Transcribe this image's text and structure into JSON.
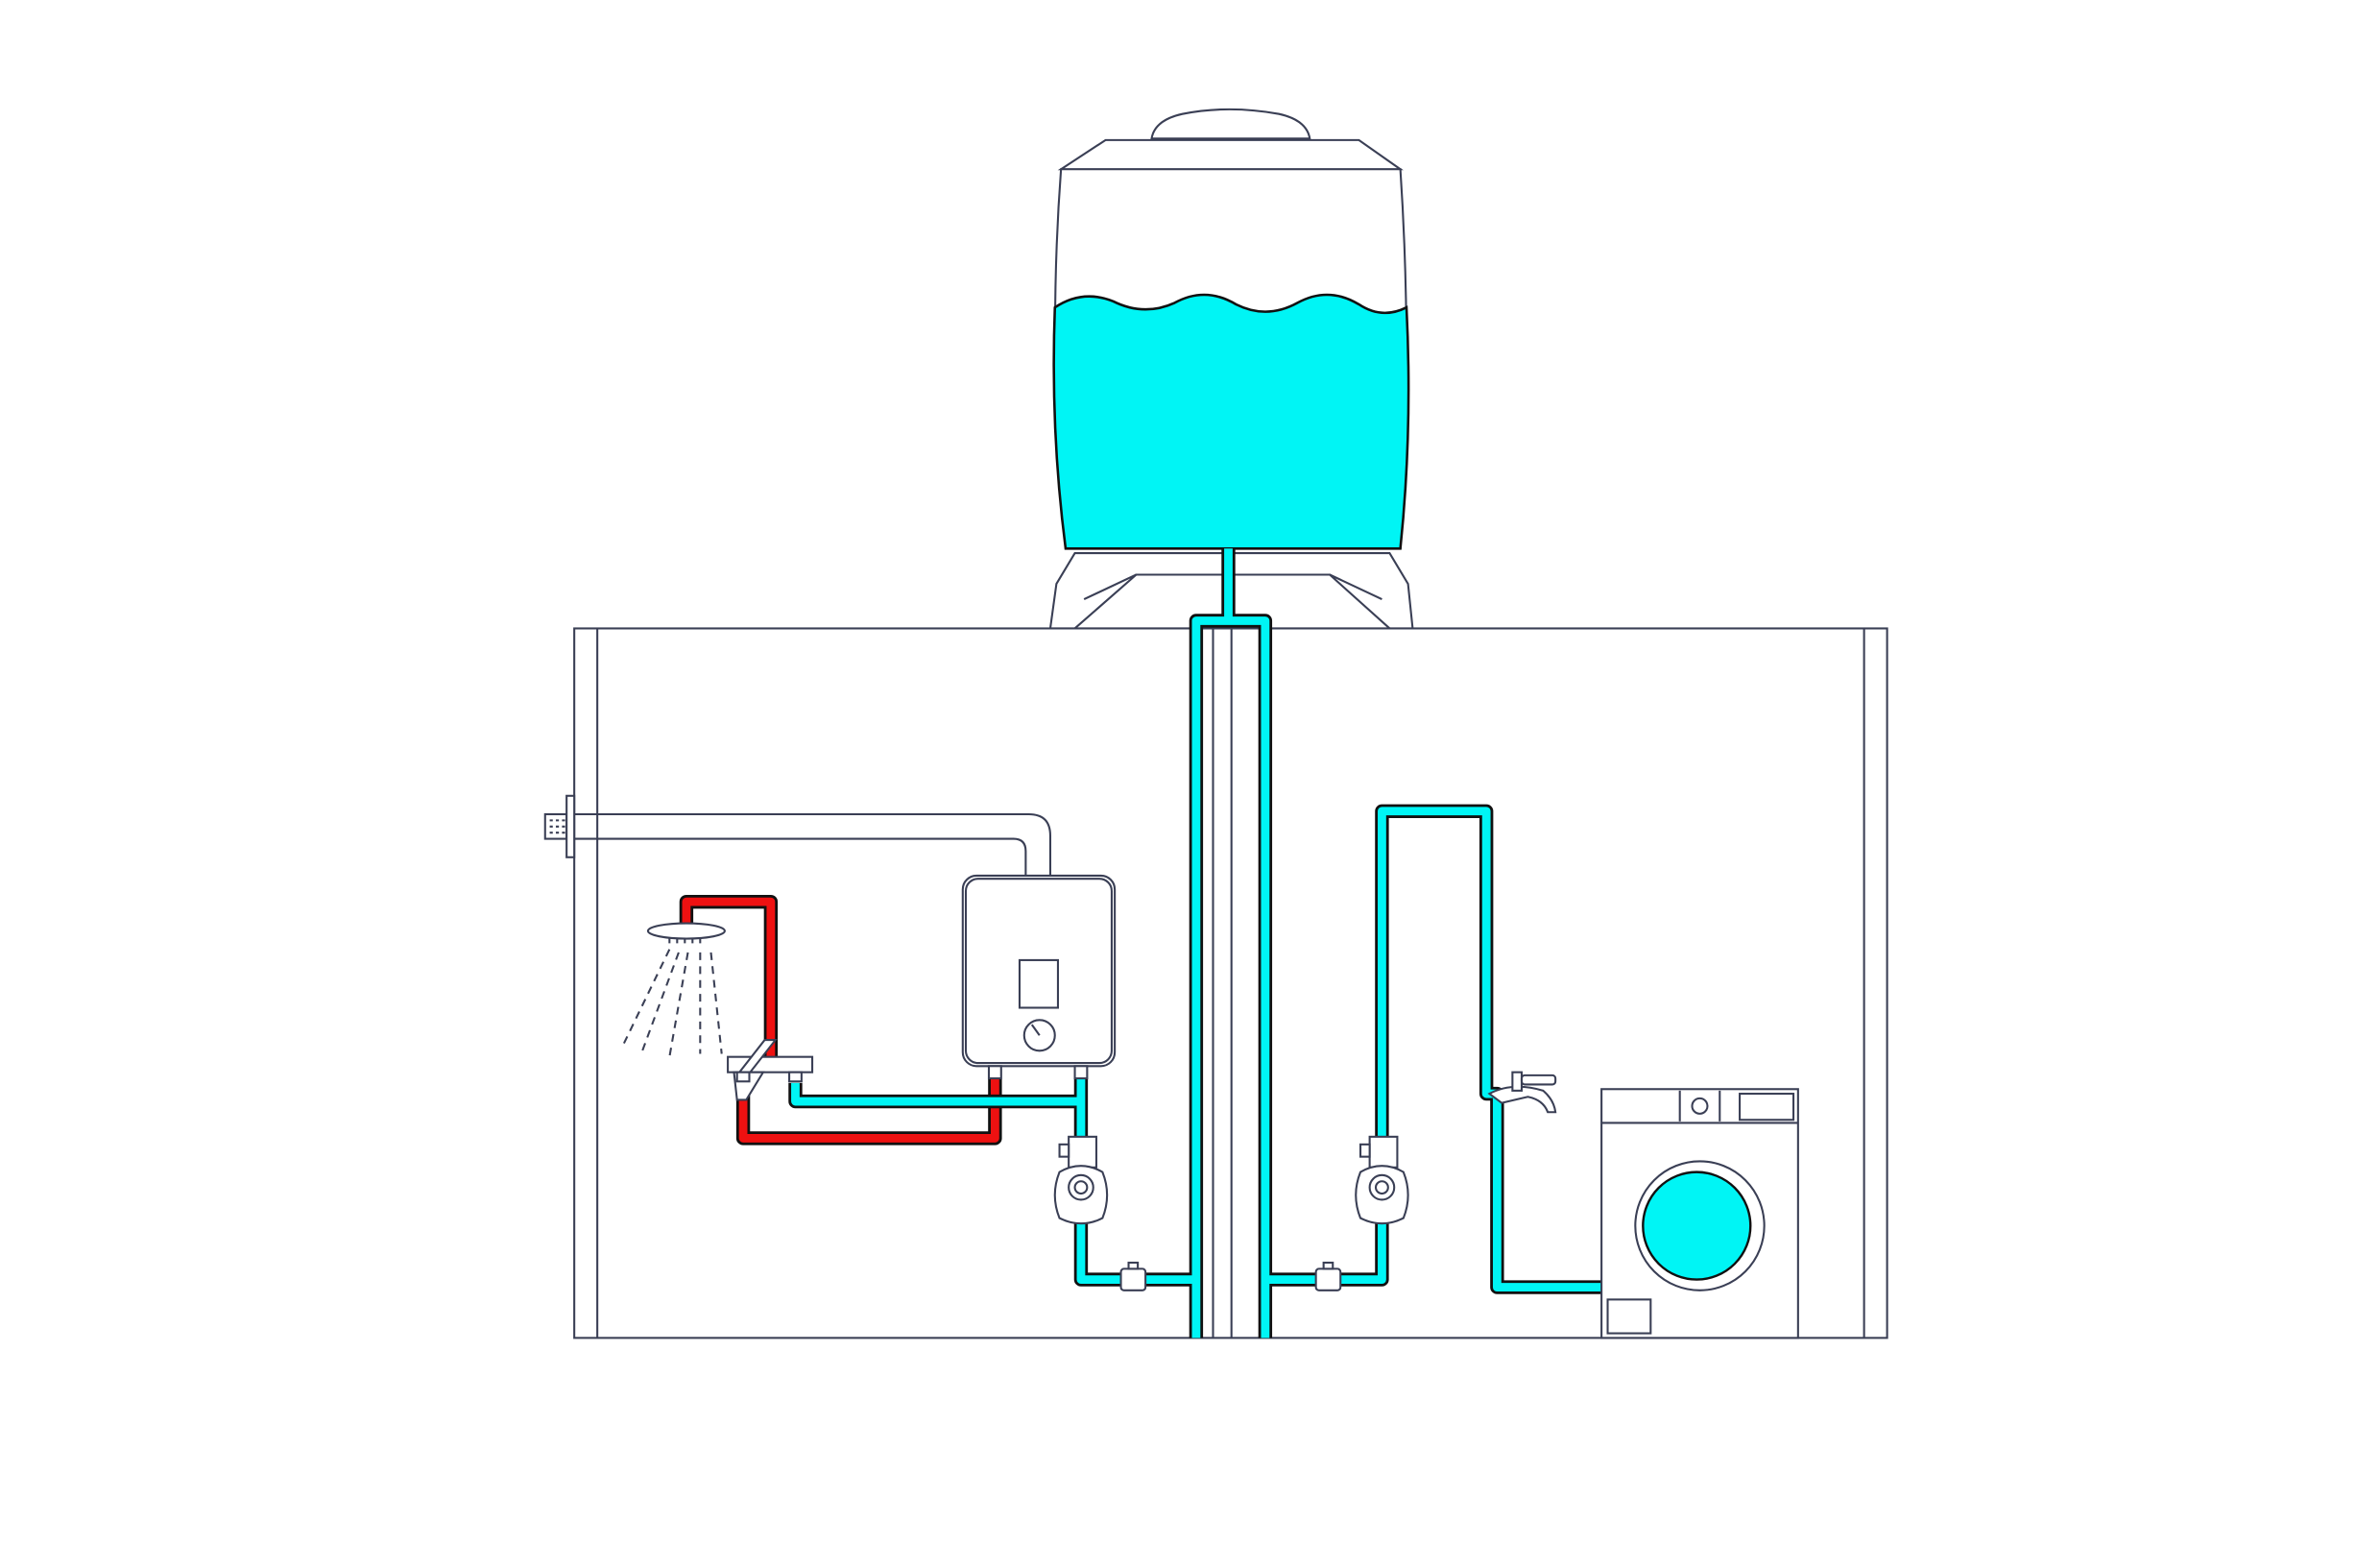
{
  "colors": {
    "cold_water": "#00f5f5",
    "hot_water": "#ee1111",
    "outline": "#3a3f55",
    "background": "#ffffff"
  },
  "components": [
    "water-tank",
    "water-heater",
    "shower",
    "mixer-faucet",
    "booster-pump-left",
    "booster-pump-right",
    "wall-tap",
    "washing-machine"
  ]
}
